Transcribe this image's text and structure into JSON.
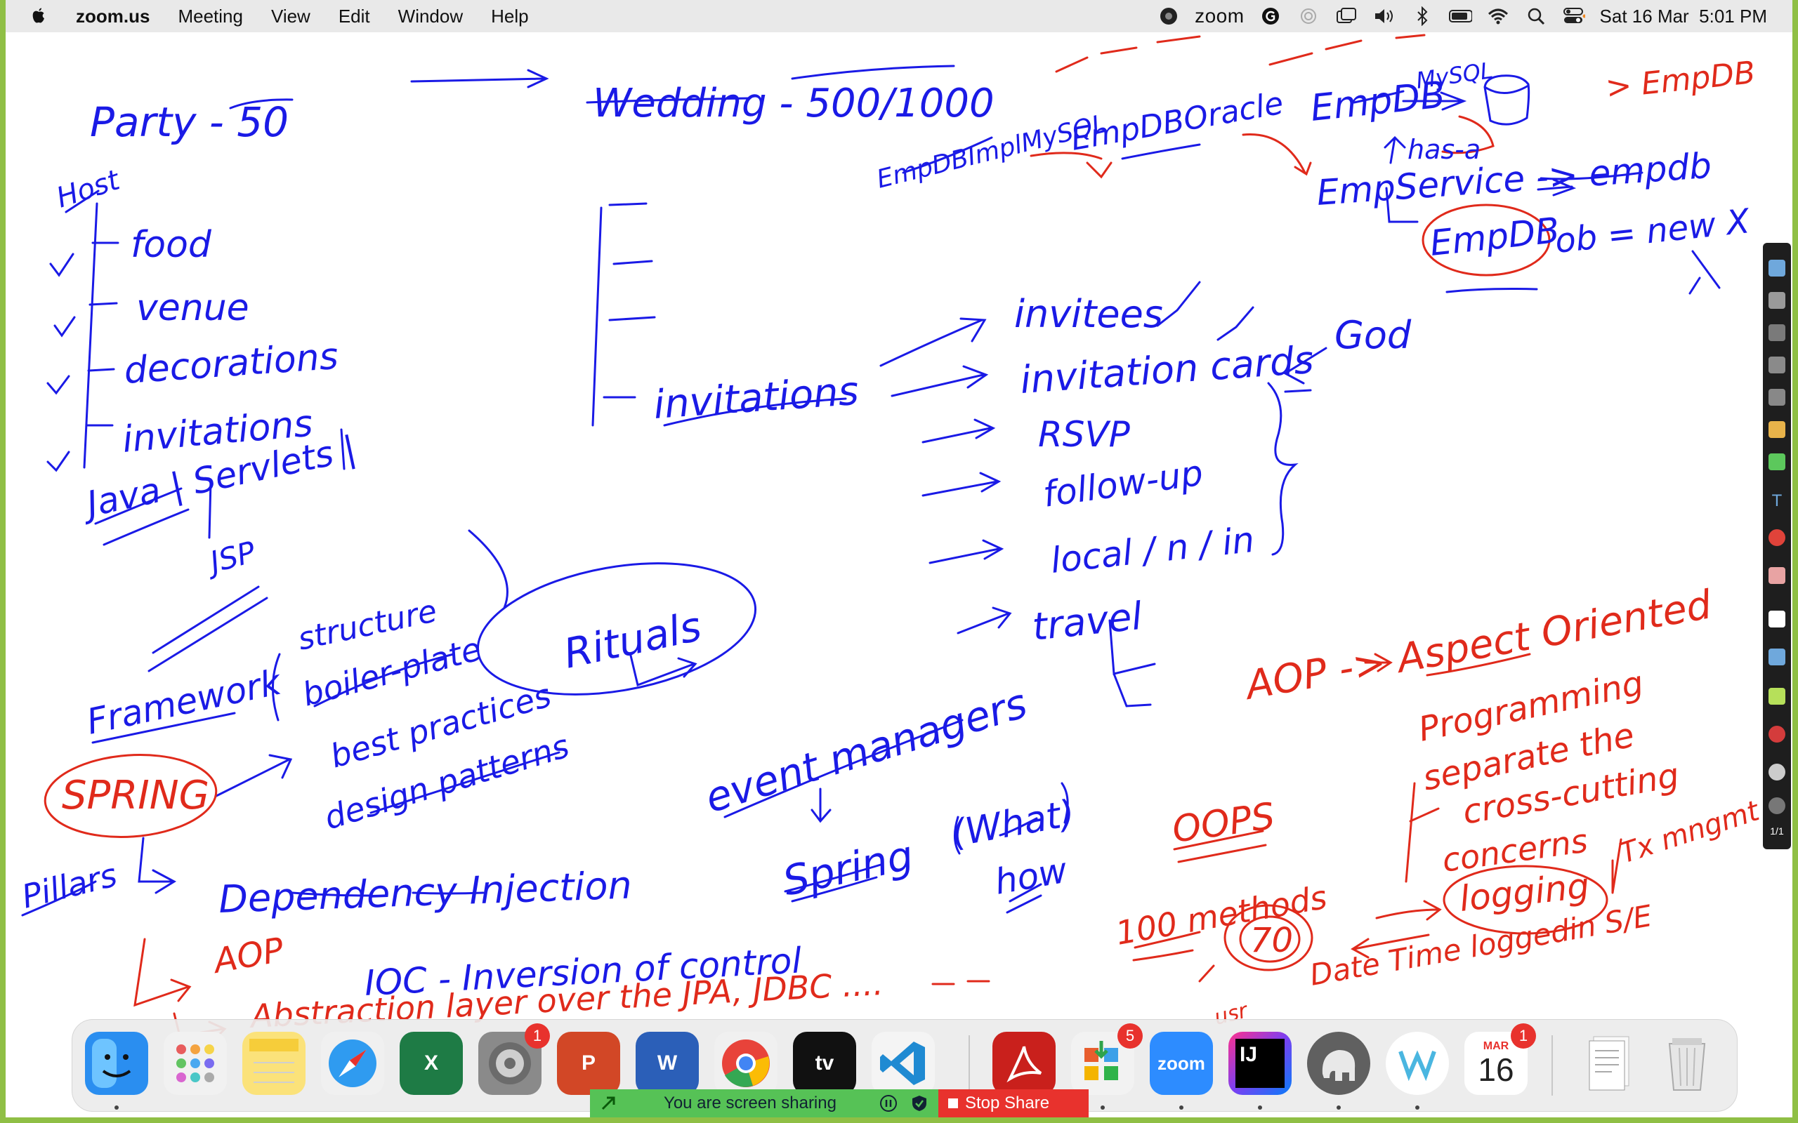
{
  "menubar": {
    "app_name": "zoom.us",
    "menus": [
      "Meeting",
      "View",
      "Edit",
      "Window",
      "Help"
    ],
    "zoom_status_label": "zoom",
    "datetime": "Sat 16 Mar  5:01 PM"
  },
  "whiteboard": {
    "blue_notes": {
      "party": "Party - 50",
      "wedding": "Wedding - 500/1000",
      "host": "Host",
      "host_items": [
        "food",
        "venue",
        "decorations",
        "invitations"
      ],
      "java_line": "Java | Servlets |",
      "jsp": "JSP",
      "framework": "Framework",
      "framework_items": [
        "structure",
        "boiler-plate",
        "best practices",
        "design patterns"
      ],
      "rituals": "Rituals",
      "invitations": "invitations",
      "invitation_items": [
        "invitees",
        "invitation cards",
        "RSVP",
        "follow-up",
        "local / n / in",
        "travel"
      ],
      "god": "God",
      "event_managers": "event managers",
      "spring_blue": "Spring",
      "what": "(What)",
      "how": "how",
      "pillars": "Pillars",
      "dependency_injection": "Dependency Injection",
      "ioc": "IOC - Inversion of control",
      "empdb_impl": "EmpDBImplMySQL",
      "empdb_oracle": "EmpDBOracle",
      "empdb_top": "EmpDB",
      "mysql_tag": "MySQL",
      "has_a": "has-a",
      "empservice": "EmpService -> empdb",
      "empdb_circle": "EmpDB",
      "ob_new": "ob = new X"
    },
    "red_notes": {
      "spring_circle": "SPRING",
      "aop_left": "AOP",
      "abstraction": "Abstraction layer over the JPA, JDBC ....",
      "empdb_top_right": "> EmpDB",
      "aop_right": "AOP -> Aspect Oriented",
      "programming": "Programming",
      "separate": "separate the",
      "cross_cutting": "cross-cutting",
      "concerns": "concerns",
      "logging": "logging",
      "tx_mgmt": "Tx mngmt",
      "oops": "OOPS",
      "methods": "100 methods",
      "seventy": "70",
      "user": "usr",
      "logs": "Date Time loggedin S/E"
    }
  },
  "annotation_toolbar": {
    "page_indicator": "1/1"
  },
  "dock": {
    "apps": [
      {
        "name": "Finder",
        "badge": ""
      },
      {
        "name": "Launchpad",
        "badge": ""
      },
      {
        "name": "Notes",
        "badge": ""
      },
      {
        "name": "Safari",
        "badge": ""
      },
      {
        "name": "Excel",
        "label": "X",
        "badge": ""
      },
      {
        "name": "System Settings",
        "badge": "1"
      },
      {
        "name": "PowerPoint",
        "label": "P",
        "badge": ""
      },
      {
        "name": "Word",
        "label": "W",
        "badge": ""
      },
      {
        "name": "Chrome",
        "badge": ""
      },
      {
        "name": "Apple TV",
        "label": "tv",
        "badge": ""
      },
      {
        "name": "VS Code",
        "badge": ""
      },
      {
        "name": "Acrobat",
        "badge": ""
      },
      {
        "name": "App Store",
        "badge": "5"
      },
      {
        "name": "Zoom",
        "label": "zoom",
        "badge": ""
      },
      {
        "name": "IntelliJ IDEA",
        "label": "IJ",
        "badge": ""
      },
      {
        "name": "Sequel / Elephant",
        "badge": ""
      },
      {
        "name": "Webex",
        "badge": ""
      },
      {
        "name": "Calendar",
        "month": "MAR",
        "day": "16",
        "badge": "1"
      },
      {
        "name": "Documents",
        "badge": ""
      },
      {
        "name": "Trash",
        "badge": ""
      }
    ]
  },
  "sharing_bar": {
    "message": "You are screen sharing",
    "stop_label": "Stop Share"
  },
  "colors": {
    "ink_blue": "#1a1ae6",
    "ink_red": "#e02a1b",
    "border_green": "#8fbf45",
    "share_green": "#56c256",
    "stop_red": "#e8322d"
  }
}
